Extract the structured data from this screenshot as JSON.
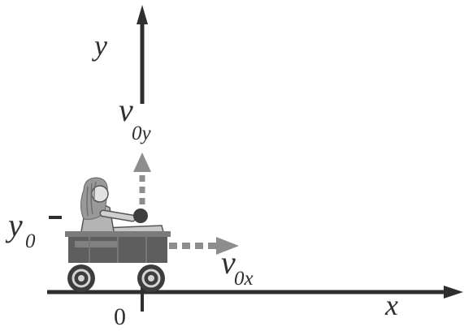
{
  "axes": {
    "y_label": "y",
    "x_label": "x",
    "origin_label": "0"
  },
  "labels": {
    "y0": {
      "base": "y",
      "sub": "0"
    },
    "v0y": {
      "base": "v",
      "sub": "0y"
    },
    "v0x": {
      "base": "v",
      "sub": "0x"
    }
  },
  "colors": {
    "axis": "#2f2f2f",
    "vector": "#8d8d8d",
    "ball": "#3f3f3f",
    "wagon": "#5e5e5e",
    "wheel": "#3d3d3d"
  }
}
